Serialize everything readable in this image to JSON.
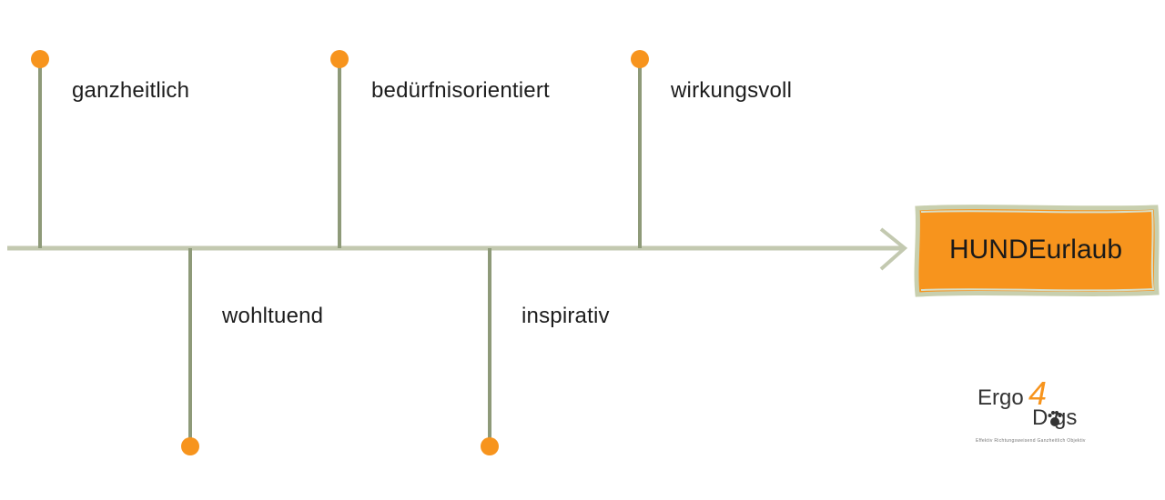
{
  "diagram": {
    "milestones_top": [
      {
        "label": "ganzheitlich"
      },
      {
        "label": "bedürfnisorientiert"
      },
      {
        "label": "wirkungsvoll"
      }
    ],
    "milestones_bottom": [
      {
        "label": "wohltuend"
      },
      {
        "label": "inspirativ"
      }
    ],
    "goal": {
      "label": "HUNDEurlaub"
    }
  },
  "logo": {
    "word1": "Ergo",
    "digit": "4",
    "word2": "D gs",
    "tagline": "Effektiv Richtungsweisend Ganzheitlich Objektiv"
  },
  "colors": {
    "line": "#a3ab91",
    "stem": "#8e9a79",
    "dot": "#f7941d",
    "goal_fill": "#f7941d",
    "goal_border": "#c8cfae"
  }
}
